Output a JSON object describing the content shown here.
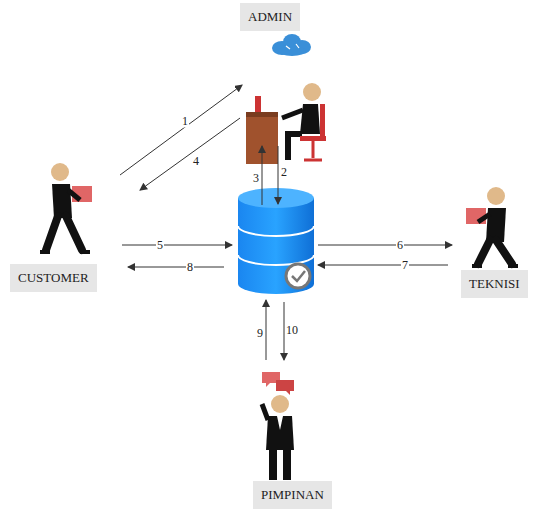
{
  "diagram": {
    "nodes": [
      {
        "text": [
          "ADMIN"
        ]
      },
      {
        "text": [
          "CUSTOMER"
        ]
      },
      {
        "text": [
          "TEKNISI"
        ]
      },
      {
        "text": [
          "PIMPINAN"
        ]
      }
    ],
    "edges": [
      {
        "from": 1,
        "to": 0,
        "arrow": "to",
        "label": "1"
      },
      {
        "from": 0,
        "to": 1,
        "arrow": "to",
        "label": "4"
      }
    ],
    "labels": [
      "3",
      "2",
      "5",
      "6",
      "7",
      "8",
      "9",
      "10"
    ]
  }
}
